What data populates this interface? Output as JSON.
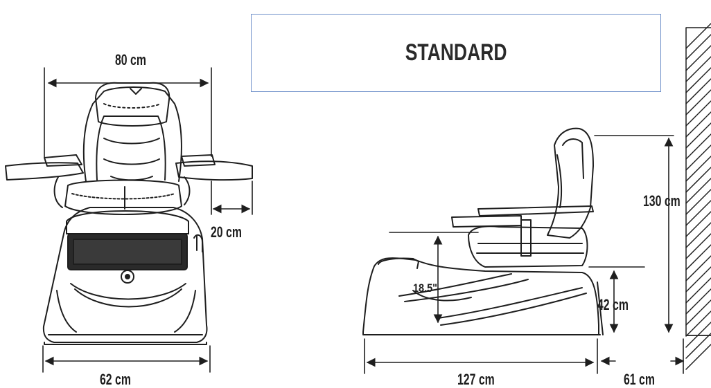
{
  "title": "STANDARD",
  "front_view": {
    "width_top": "80 cm",
    "tray_offset": "20 cm",
    "base_width": "62 cm"
  },
  "side_view": {
    "height": "130 cm",
    "basin_height": "18.5\"",
    "seat_height": "42 cm",
    "length": "127 cm",
    "wall_clearance": "61 cm"
  }
}
